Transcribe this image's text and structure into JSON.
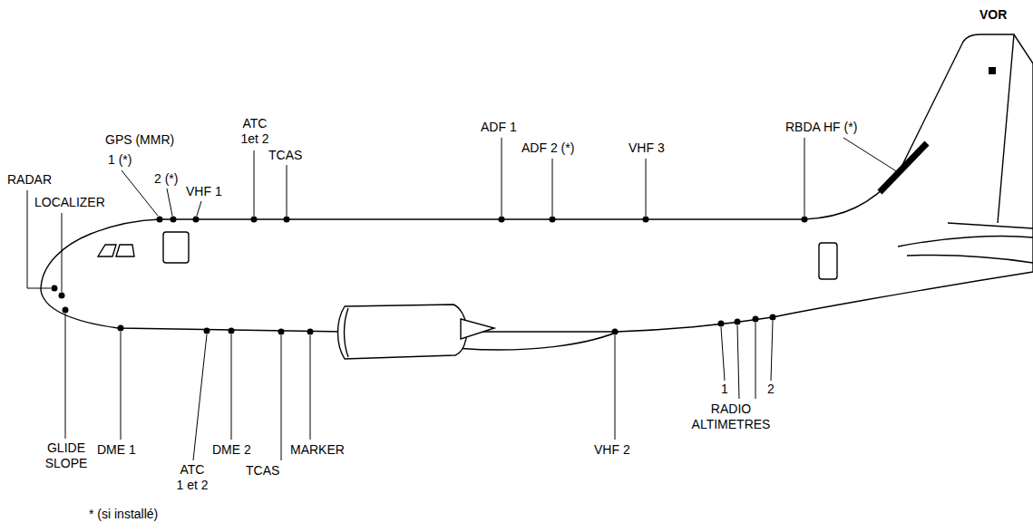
{
  "diagram": {
    "labels": [
      "VOR",
      "GPS (MMR)",
      "1 (*)",
      "2 (*)",
      "VHF 1",
      "ATC 1et 2",
      "TCAS",
      "ADF 1",
      "ADF 2 (*)",
      "VHF 3",
      "RBDA",
      "HF (*)",
      "RADAR",
      "LOCALIZER",
      "GLIDE SLOPE",
      "DME 1",
      "ATC 1 et 2",
      "DME 2",
      "TCAS",
      "MARKER",
      "VHF 2",
      "1",
      "2",
      "RADIO ALTIMETRES",
      "* (si installé)"
    ]
  }
}
